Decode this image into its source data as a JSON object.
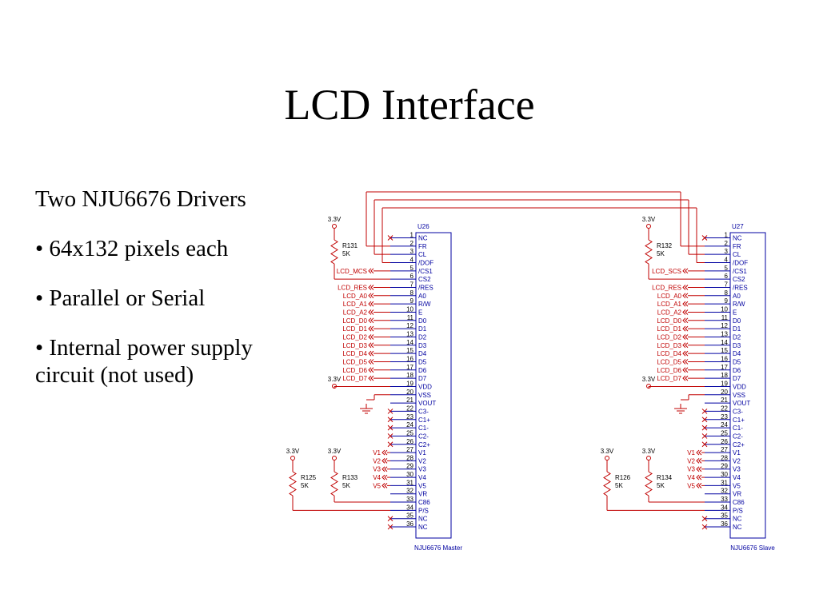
{
  "slide": {
    "title": "LCD Interface",
    "bullets": [
      "Two NJU6676 Drivers",
      "• 64x132 pixels each",
      "• Parallel or Serial",
      "• Internal power  supply circuit (not used)"
    ]
  },
  "schematic": {
    "wire_color": "#c00000",
    "chip_color": "#0000a0",
    "pin_names": [
      "NC",
      "FR",
      "CL",
      "/DOF",
      "/CS1",
      "CS2",
      "/RES",
      "A0",
      "R/W",
      "E",
      "D0",
      "D1",
      "D2",
      "D3",
      "D4",
      "D5",
      "D6",
      "D7",
      "VDD",
      "VSS",
      "VOUT",
      "C3-",
      "C1+",
      "C1-",
      "C2-",
      "C2+",
      "V1",
      "V2",
      "V3",
      "V4",
      "V5",
      "VR",
      "C86",
      "P/S",
      "NC",
      "NC"
    ],
    "bus_labels": [
      "LCD_RES",
      "LCD_A0",
      "LCD_A1",
      "LCD_A2",
      "LCD_D0",
      "LCD_D1",
      "LCD_D2",
      "LCD_D3",
      "LCD_D4",
      "LCD_D5",
      "LCD_D6",
      "LCD_D7"
    ],
    "v_labels": [
      "V1",
      "V2",
      "V3",
      "V4",
      "V5"
    ],
    "supply_label": "3.3V",
    "chips": [
      {
        "ref": "U26",
        "cs_label": "LCD_MCS",
        "caption": "NJU6676 Master",
        "resistors": [
          {
            "ref": "R131",
            "value": "5K"
          },
          {
            "ref": "R133",
            "value": "5K"
          },
          {
            "ref": "R125",
            "value": "5K"
          }
        ]
      },
      {
        "ref": "U27",
        "cs_label": "LCD_SCS",
        "caption": "NJU6676 Slave",
        "resistors": [
          {
            "ref": "R132",
            "value": "5K"
          },
          {
            "ref": "R134",
            "value": "5K"
          },
          {
            "ref": "R126",
            "value": "5K"
          }
        ]
      }
    ]
  }
}
